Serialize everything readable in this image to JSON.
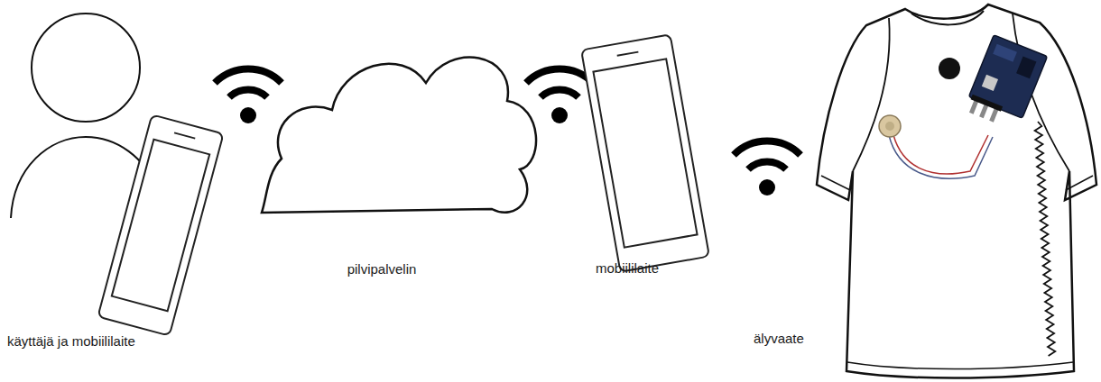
{
  "diagram": {
    "nodes": [
      {
        "text": [
          "käyttäjä ja mobiililaite"
        ]
      },
      {
        "text": [
          "pilvipalvelin"
        ]
      },
      {
        "text": [
          "mobiililaite"
        ]
      },
      {
        "text": [
          "älyvaate"
        ]
      }
    ]
  }
}
